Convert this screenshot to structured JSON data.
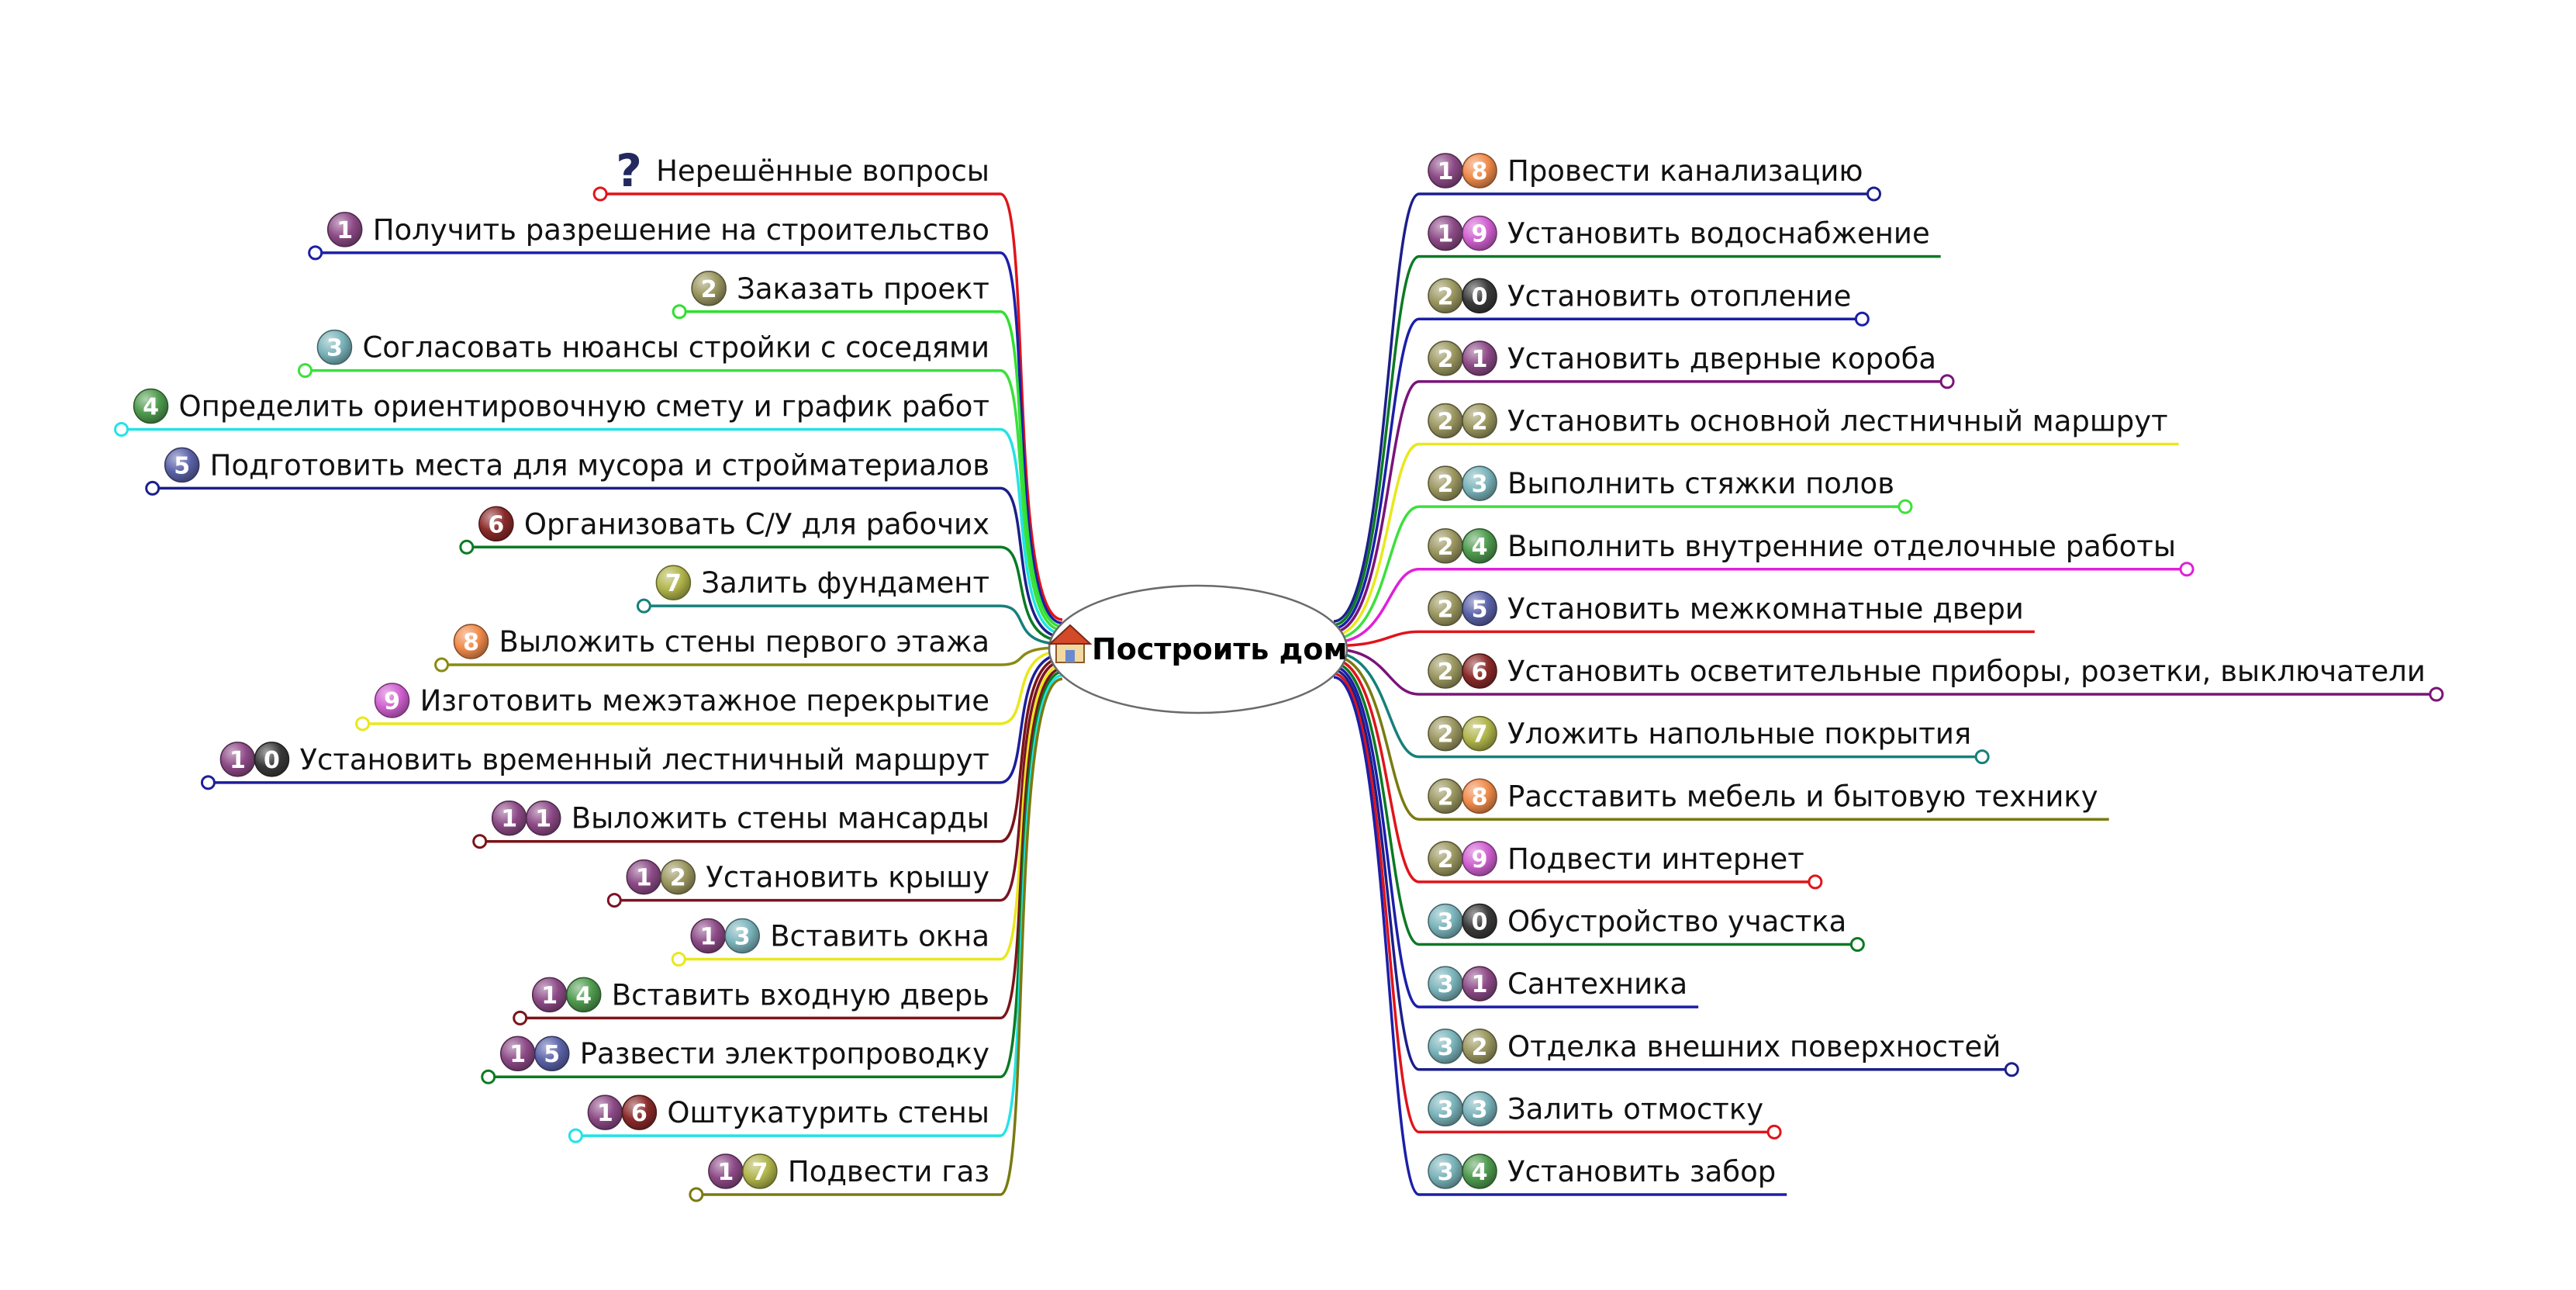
{
  "central": {
    "label": "Построить дом",
    "icon": "house-icon"
  },
  "left_topics": [
    {
      "label": "Нерешённые вопросы",
      "badge": "?",
      "color": "#e0141a"
    },
    {
      "label": "Получить разрешение на строительство",
      "badge": "1",
      "color": "#1b1fa8"
    },
    {
      "label": "Заказать проект",
      "badge": "2",
      "color": "#2fe02f"
    },
    {
      "label": "Согласовать нюансы стройки с соседями",
      "badge": "3",
      "color": "#3ce03c"
    },
    {
      "label": "Определить ориентировочную смету и график работ",
      "badge": "4",
      "color": "#22e3e6"
    },
    {
      "label": "Подготовить места для мусора и стройматериалов",
      "badge": "5",
      "color": "#1b1f8a"
    },
    {
      "label": "Организовать С/У для рабочих",
      "badge": "6",
      "color": "#0b7a24"
    },
    {
      "label": "Залить фундамент",
      "badge": "7",
      "color": "#16807a"
    },
    {
      "label": "Выложить стены первого этажа",
      "badge": "8",
      "color": "#8a8a12"
    },
    {
      "label": "Изготовить межэтажное перекрытие",
      "badge": "9",
      "color": "#e8e81c"
    },
    {
      "label": "Установить временный лестничный маршрут",
      "badge": "10",
      "color": "#1b1f9a"
    },
    {
      "label": "Выложить стены мансарды",
      "badge": "11",
      "color": "#7a1418"
    },
    {
      "label": "Установить крышу",
      "badge": "12",
      "color": "#7a1424"
    },
    {
      "label": "Вставить окна",
      "badge": "13",
      "color": "#e8e81c"
    },
    {
      "label": "Вставить входную дверь",
      "badge": "14",
      "color": "#7a1418"
    },
    {
      "label": "Развести электропроводку",
      "badge": "15",
      "color": "#0b7a24"
    },
    {
      "label": "Оштукатурить стены",
      "badge": "16",
      "color": "#22e3e6"
    },
    {
      "label": "Подвести газ",
      "badge": "17",
      "color": "#7a7a10"
    }
  ],
  "right_topics": [
    {
      "label": "Провести канализацию",
      "badge": "18",
      "color": "#1b1f8a"
    },
    {
      "label": "Установить водоснабжение",
      "badge": "19",
      "color": "#0b7a24"
    },
    {
      "label": "Установить отопление",
      "badge": "20",
      "color": "#1b1fa8"
    },
    {
      "label": "Установить дверные короба",
      "badge": "21",
      "color": "#7a1478"
    },
    {
      "label": "Установить основной лестничный маршрут",
      "badge": "22",
      "color": "#e8e81c"
    },
    {
      "label": "Выполнить стяжки полов",
      "badge": "23",
      "color": "#3ce03c"
    },
    {
      "label": "Выполнить внутренние отделочные работы",
      "badge": "24",
      "color": "#e020d8"
    },
    {
      "label": "Установить межкомнатные двери",
      "badge": "25",
      "color": "#e0141a"
    },
    {
      "label": "Установить осветительные приборы, розетки, выключатели",
      "badge": "26",
      "color": "#7a1478"
    },
    {
      "label": "Уложить напольные покрытия",
      "badge": "27",
      "color": "#16807a"
    },
    {
      "label": "Расставить мебель и бытовую технику",
      "badge": "28",
      "color": "#7a7a10"
    },
    {
      "label": "Подвести интернет",
      "badge": "29",
      "color": "#e0141a"
    },
    {
      "label": "Обустройство участка",
      "badge": "30",
      "color": "#0b7a24"
    },
    {
      "label": "Сантехника",
      "badge": "31",
      "color": "#1b1fa8"
    },
    {
      "label": "Отделка внешних поверхностей",
      "badge": "32",
      "color": "#1b1f8a"
    },
    {
      "label": "Залить отмостку",
      "badge": "33",
      "color": "#e0141a"
    },
    {
      "label": "Установить забор",
      "badge": "34",
      "color": "#1b1fa8"
    }
  ],
  "badge_colors": {
    "0": "#3a3a3a",
    "1": "#8c4a86",
    "2": "#9a9660",
    "3": "#79b3ba",
    "4": "#4e9a4e",
    "5": "#5a62a8",
    "6": "#8a2a2a",
    "7": "#b0b44a",
    "8": "#f08a4a",
    "9": "#d060d0"
  }
}
